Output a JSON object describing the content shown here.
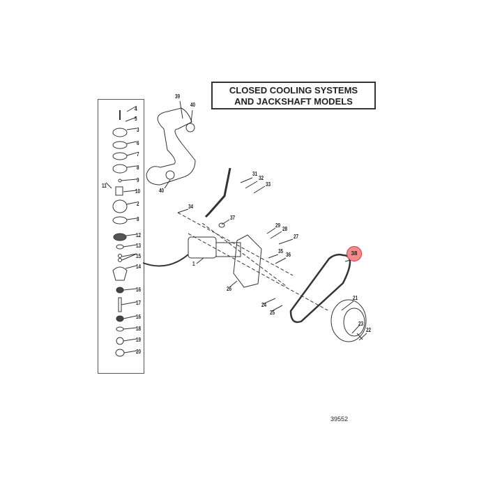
{
  "title": {
    "line1": "CLOSED COOLING SYSTEMS",
    "line2": "AND JACKSHAFT MODELS"
  },
  "kit_callouts": [
    "4",
    "5",
    "3",
    "6",
    "7",
    "8",
    "9",
    "11",
    "10",
    "2",
    "8",
    "12",
    "13",
    "15",
    "14",
    "16",
    "17",
    "16",
    "18",
    "19",
    "20"
  ],
  "callouts": [
    "39",
    "40",
    "40",
    "31",
    "32",
    "33",
    "34",
    "37",
    "29",
    "28",
    "27",
    "35",
    "36",
    "1",
    "26",
    "24",
    "25",
    "21",
    "23",
    "22"
  ],
  "highlighted_callout": "38",
  "highlight_color": "#f28b8b",
  "figure_number": "39552"
}
